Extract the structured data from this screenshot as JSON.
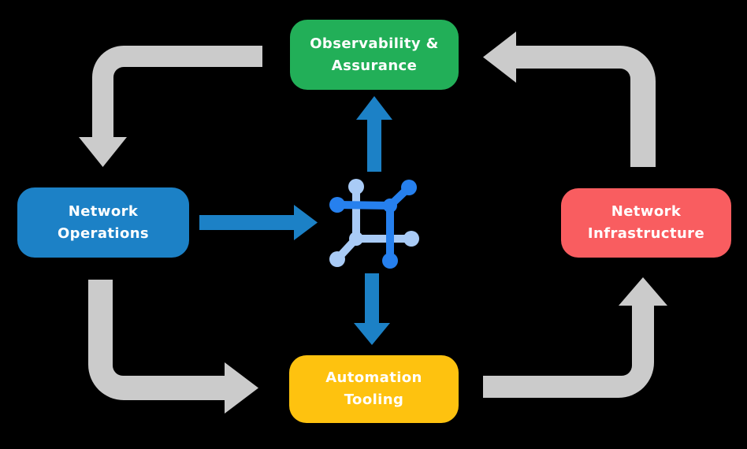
{
  "colors": {
    "background": "#000000",
    "text": "#FFFFFF",
    "green": "#22AF58",
    "blue": "#1C81C6",
    "red": "#F95D60",
    "yellow": "#FEC20F",
    "gray": "#CBCBCB",
    "icon_dark": "#2680EE",
    "icon_light": "#A9CBF6"
  },
  "nodes": {
    "observability": {
      "lines": [
        "Observability &",
        "Assurance"
      ]
    },
    "operations": {
      "lines": [
        "Network",
        "Operations"
      ]
    },
    "infrastructure": {
      "lines": [
        "Network",
        "Infrastructure"
      ]
    },
    "automation": {
      "lines": [
        "Automation",
        "Tooling"
      ]
    }
  },
  "center_icon": "network-automation-icon",
  "connections": [
    {
      "from": "Observability & Assurance",
      "to": "Network Operations",
      "style": "gray-elbow-arrow"
    },
    {
      "from": "Network Operations",
      "to": "Automation Tooling",
      "style": "gray-elbow-arrow"
    },
    {
      "from": "Automation Tooling",
      "to": "Network Infrastructure",
      "style": "gray-elbow-arrow"
    },
    {
      "from": "Network Infrastructure",
      "to": "Observability & Assurance",
      "style": "gray-elbow-arrow"
    },
    {
      "from": "Network Operations",
      "to": "network-automation-icon",
      "style": "blue-straight-arrow"
    },
    {
      "from": "network-automation-icon",
      "to": "Observability & Assurance",
      "style": "blue-straight-arrow"
    },
    {
      "from": "network-automation-icon",
      "to": "Automation Tooling",
      "style": "blue-straight-arrow"
    }
  ]
}
